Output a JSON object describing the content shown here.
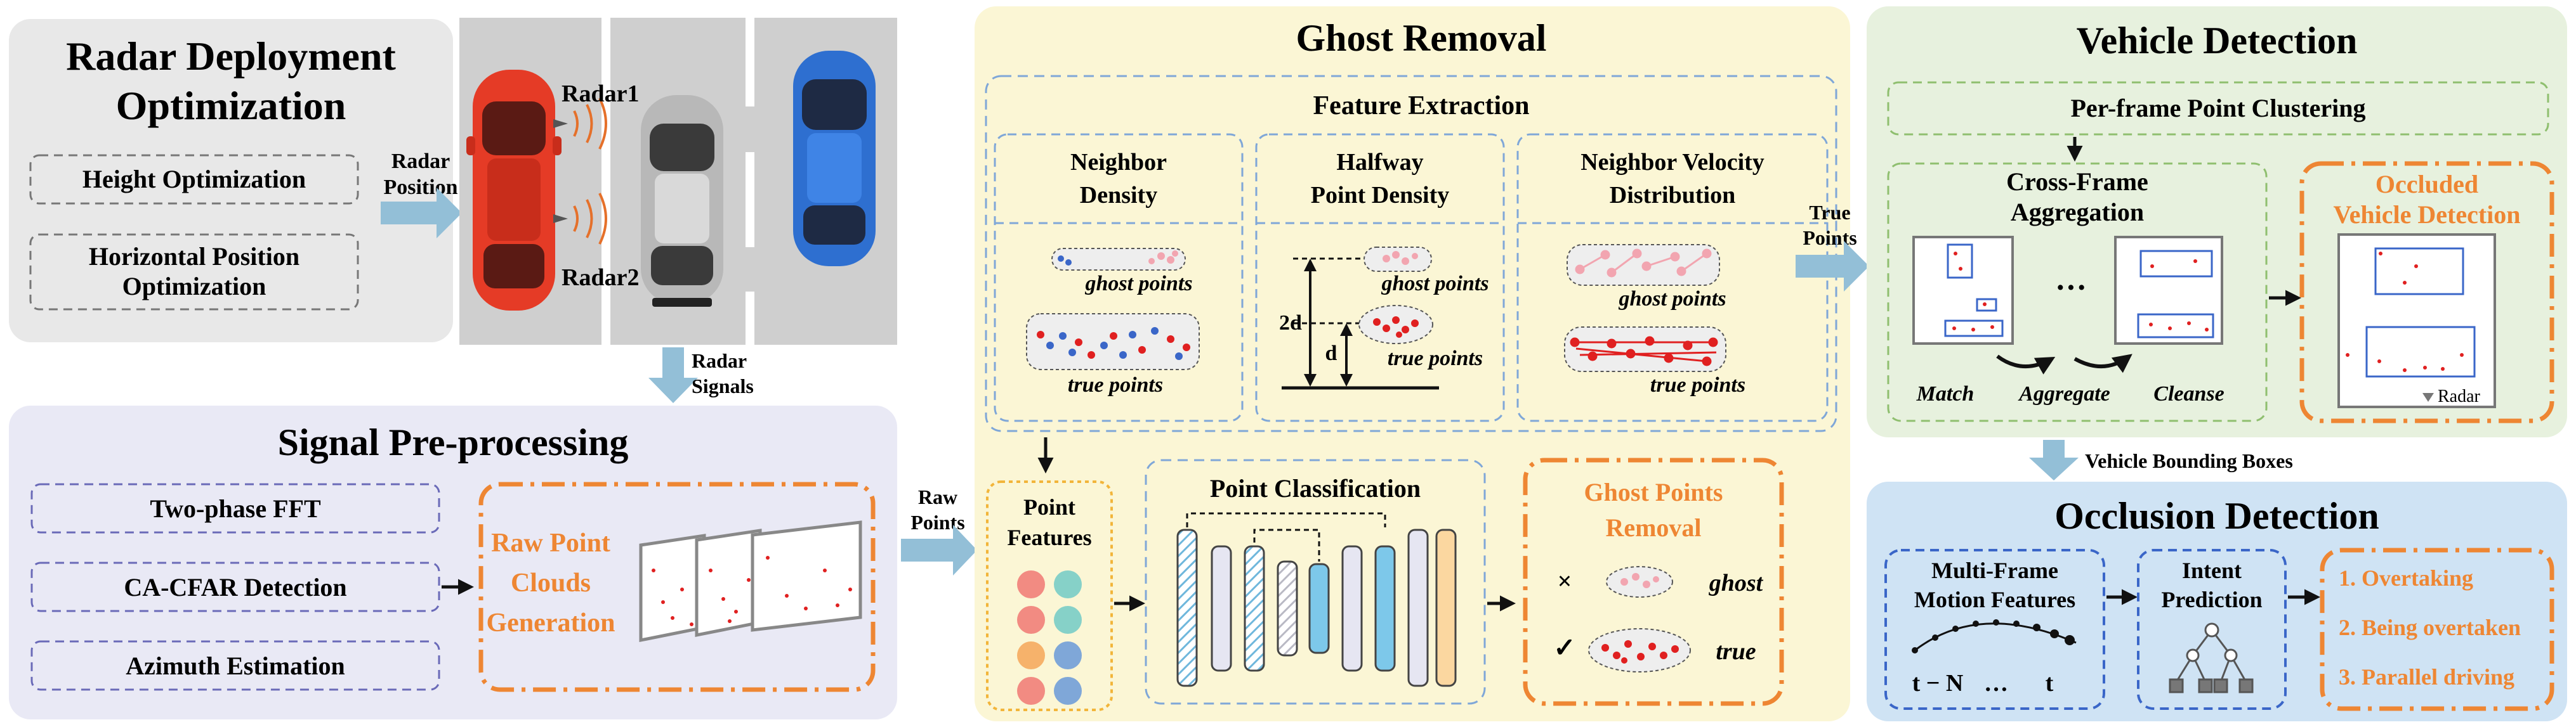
{
  "radar_deployment": {
    "title_line1": "Radar Deployment",
    "title_line2": "Optimization",
    "height_opt": "Height Optimization",
    "horiz_line1": "Horizontal Position",
    "horiz_line2": "Optimization"
  },
  "radar_position_arrow": {
    "line1": "Radar",
    "line2": "Position"
  },
  "road_scene": {
    "radar1": "Radar1",
    "radar2": "Radar2"
  },
  "radar_signals_arrow": {
    "line1": "Radar",
    "line2": "Signals"
  },
  "signal_preprocessing": {
    "title": "Signal Pre-processing",
    "fft": "Two-phase FFT",
    "cfar": "CA-CFAR Detection",
    "azimuth": "Azimuth Estimation",
    "raw_line1": "Raw Point",
    "raw_line2": "Clouds",
    "raw_line3": "Generation"
  },
  "raw_points_arrow": {
    "line1": "Raw",
    "line2": "Points"
  },
  "ghost_removal": {
    "title": "Ghost Removal",
    "feature_extraction": "Feature Extraction",
    "neighbor_density_line1": "Neighbor",
    "neighbor_density_line2": "Density",
    "halfway_line1": "Halfway",
    "halfway_line2": "Point Density",
    "velocity_line1": "Neighbor Velocity",
    "velocity_line2": "Distribution",
    "ghost_points": "ghost points",
    "ghost_points_wide": "ghost  points",
    "true_points": "true points",
    "label_2d": "2d",
    "label_d": "d",
    "point_features_line1": "Point",
    "point_features_line2": "Features",
    "point_classification": "Point Classification",
    "removal_line1": "Ghost Points",
    "removal_line2": "Removal",
    "cross": "×",
    "check": "✓",
    "ghost": "ghost",
    "true": "true"
  },
  "true_points_arrow": {
    "line1": "True",
    "line2": "Points"
  },
  "vehicle_detection": {
    "title": "Vehicle Detection",
    "clustering": "Per-frame Point Clustering",
    "cross_frame_line1": "Cross-Frame",
    "cross_frame_line2": "Aggregation",
    "ellipsis": "···",
    "match": "Match",
    "aggregate": "Aggregate",
    "cleanse": "Cleanse",
    "occluded_line1": "Occluded",
    "occluded_line2": "Vehicle Detection",
    "radar": "Radar"
  },
  "bbox_arrow": {
    "label": "Vehicle Bounding Boxes"
  },
  "occlusion_detection": {
    "title": "Occlusion Detection",
    "motion_line1": "Multi-Frame",
    "motion_line2": "Motion Features",
    "t_minus_n": "t − N",
    "dots": "…",
    "t": "t",
    "intent_line1": "Intent",
    "intent_line2": "Prediction",
    "overtaking": "1. Overtaking",
    "being_overtaken": "2. Being overtaken",
    "parallel": "3. Parallel driving"
  },
  "colors": {
    "orange": "#ee8633",
    "arrow_blue": "#93bfd7",
    "gray_panel": "#e8e8e8",
    "lavender_panel": "#e9e9f5",
    "yellow_panel": "#fbf6d5",
    "green_panel": "#e7f1de",
    "blue_panel": "#cfe3f4",
    "red_point": "#e02020",
    "pink_point": "#f2a5b0",
    "blue_point": "#3a66c8"
  },
  "icons": [
    "radar-wave-icon",
    "car-icon",
    "neural-layer-icon",
    "tree-icon",
    "trajectory-icon",
    "pointcloud-frame-icon"
  ]
}
